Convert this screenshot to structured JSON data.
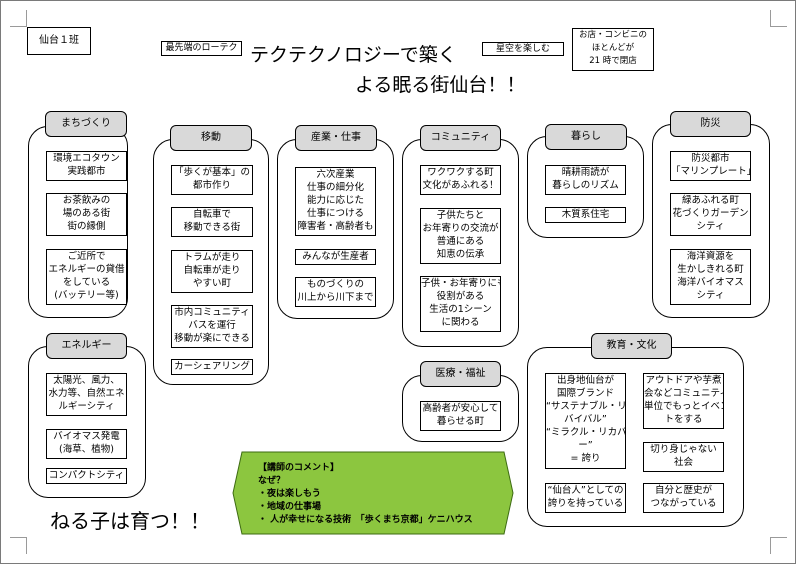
{
  "header": {
    "group_label": "仙台１班",
    "tag_lowtech": "最先端のローテク",
    "title_line1": "テクテクノロジーで築く",
    "title_line2": "よる眠る街仙台！！",
    "tag_stars": "星空を楽しむ",
    "tag_shops": "お店・コンビニの\nほとんどが\n21 時で閉店"
  },
  "groups": {
    "machizukuri": {
      "heading": "まちづくり",
      "items": [
        "環境エコタウン\n実践都市",
        "お茶飲みの\n場のある街\n街の縁側",
        "ご近所で\nエネルギーの貸借\nをしている\n(バッテリー等)"
      ]
    },
    "ido": {
      "heading": "移動",
      "items": [
        "「歩くが基本」の\n都市作り",
        "自転車で\n移動できる街",
        "トラムが走り\n自転車が走り\nやすい町",
        "市内コミュニティ\nバスを運行\n移動が楽にできる",
        "カーシェアリング"
      ]
    },
    "sangyo": {
      "heading": "産業・仕事",
      "items": [
        "六次産業\n仕事の細分化\n能力に応じた\n仕事につける\n障害者・高齢者も",
        "みんなが生産者",
        "ものづくりの\n川上から川下まで"
      ]
    },
    "community": {
      "heading": "コミュニティ",
      "items": [
        "ワクワクする町\n文化があふれる！",
        "子供たちと\nお年寄りの交流が\n普通にある\n知恵の伝承",
        "子供・お年寄りにも\n役割がある\n生活の1シーン\nに関わる"
      ]
    },
    "kurashi": {
      "heading": "暮らし",
      "items": [
        "晴耕雨読が\n暮らしのリズム",
        "木質系住宅"
      ]
    },
    "bousai": {
      "heading": "防災",
      "items": [
        "防災都市\n「マリンプレート」",
        "緑あふれる町\n花づくりガーデン\nシティ",
        "海洋資源を\n生かしきれる町\n海洋バイオマス\nシティ"
      ]
    },
    "energy": {
      "heading": "エネルギー",
      "items": [
        "太陽光、風力、\n水力等、自然エネ\nルギーシティ",
        "バイオマス発電\n(海草、植物)",
        "コンパクトシティ"
      ]
    },
    "iryo": {
      "heading": "医療・福祉",
      "items": [
        "高齢者が安心して\n暮らせる町"
      ]
    },
    "kyoiku": {
      "heading": "教育・文化",
      "items": [
        "出身地仙台が\n国際ブランド\n“サステナブル・リ\nバイバル”\n“ミラクル・リカバリ\nー”\n= 誇り",
        "アウトドアや芋煮\n会などコミュニティ\n単位でもっとイベン\nトをする",
        "切り身じゃない\n社会",
        "“仙台人”としての\n誇りを持っている",
        "自分と歴史が\nつながっている"
      ]
    }
  },
  "comment": {
    "text": "【講師のコメント】\nなぜ？\n・夜は楽しもう\n・地域の仕事場\n・ 人が幸せになる技術　「歩くまち京都」ケニハウス",
    "fill_color": "#8cc63f",
    "stroke_color": "#3d6b12"
  },
  "closing": "ねる子は育つ！！"
}
